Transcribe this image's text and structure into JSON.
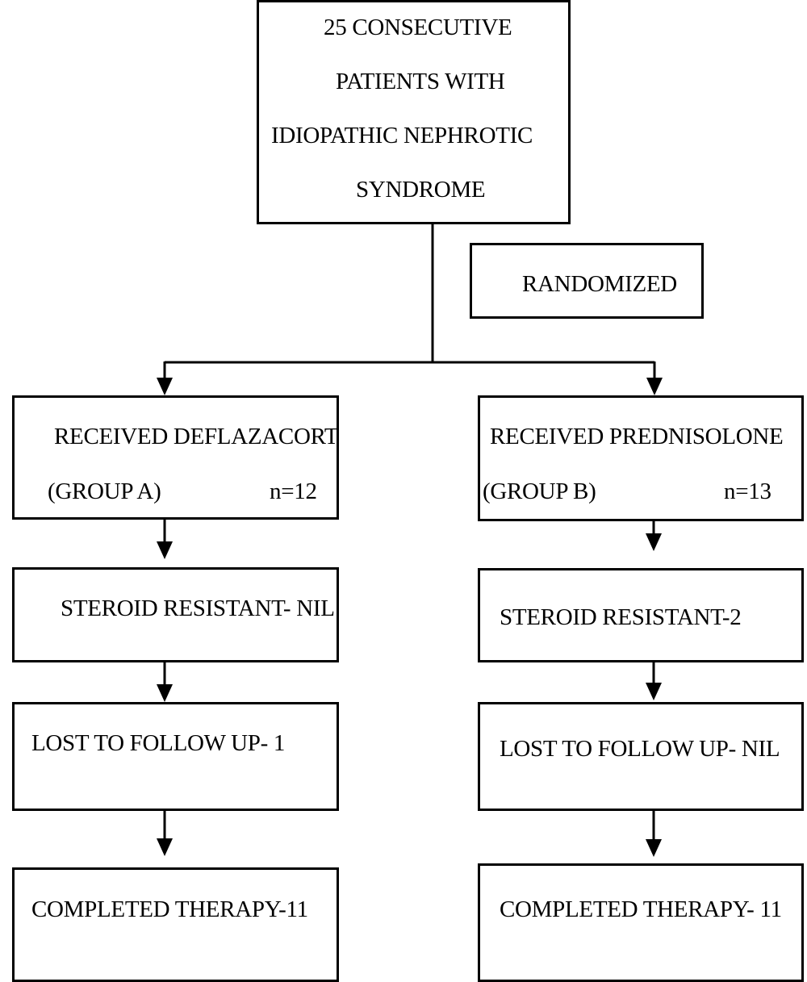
{
  "start": {
    "line1": "25 CONSECUTIVE",
    "line2": "PATIENTS WITH",
    "line3": "IDIOPATHIC NEPHROTIC",
    "line4": "SYNDROME"
  },
  "randomized": "RANDOMIZED",
  "group_a": {
    "received": "RECEIVED DEFLAZACORT",
    "group": "(GROUP A)",
    "n": "n=12",
    "steroid_resistant": "STEROID RESISTANT- NIL",
    "lost": "LOST TO FOLLOW UP- 1",
    "completed": "COMPLETED THERAPY-11"
  },
  "group_b": {
    "received": "RECEIVED PREDNISOLONE",
    "group": "(GROUP B)",
    "n": "n=13",
    "steroid_resistant": "STEROID RESISTANT-2",
    "lost": "LOST TO FOLLOW UP- NIL",
    "completed": "COMPLETED THERAPY- 11"
  }
}
